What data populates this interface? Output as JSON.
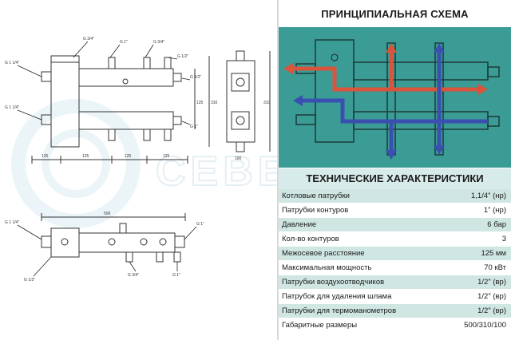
{
  "drawing": {
    "labels": {
      "top_left_upper": "G 1 1/4\"",
      "top_left_lower": "G 1 1/4\"",
      "top_pipe_1": "G 3/4\"",
      "top_pipe_2": "G 1\"",
      "top_pipe_3": "G 3/4\"",
      "top_pipe_4": "G 1/2\"",
      "right_side": "G 1/2\"",
      "bottom_right": "G 1\"",
      "front_left": "G 1 1/4\"",
      "front_right": "G 1\"",
      "front_bottom_1": "G 1/2\"",
      "front_bottom_2": "G 3/4\"",
      "front_bottom_3": "G 1\"",
      "dim_width": "500",
      "dim_height": "310",
      "dim_depth": "100",
      "dim_spacing_1": "125",
      "dim_spacing_2": "125",
      "dim_spacing_3": "125",
      "dim_spacing_4": "125",
      "dim_side_a": "125",
      "dim_side_b": "310"
    },
    "watermark": "CEBEP"
  },
  "scheme": {
    "title": "ПРИНЦИПИАЛЬНАЯ СХЕМА",
    "colors": {
      "background": "#3a9c95",
      "hot": "#d9543a",
      "cold": "#3a4fb0"
    }
  },
  "specs": {
    "title": "ТЕХНИЧЕСКИЕ ХАРАКТЕРИСТИКИ",
    "rows": [
      {
        "label": "Котловые патрубки",
        "value": "1,1/4\" (нр)"
      },
      {
        "label": "Патрубки контуров",
        "value": "1\" (нр)"
      },
      {
        "label": "Давление",
        "value": "6 бар"
      },
      {
        "label": "Кол-во контуров",
        "value": "3"
      },
      {
        "label": "Межосевое расстояние",
        "value": "125 мм"
      },
      {
        "label": "Максимальная мощность",
        "value": "70 кВт"
      },
      {
        "label": "Патрубки воздухоотводчиков",
        "value": "1/2\" (вр)"
      },
      {
        "label": "Патрубок для удаления шлама",
        "value": "1/2\" (вр)"
      },
      {
        "label": "Патрубки для термоманометров",
        "value": "1/2\" (вр)"
      },
      {
        "label": "Габаритные размеры",
        "value": "500/310/100"
      }
    ]
  }
}
